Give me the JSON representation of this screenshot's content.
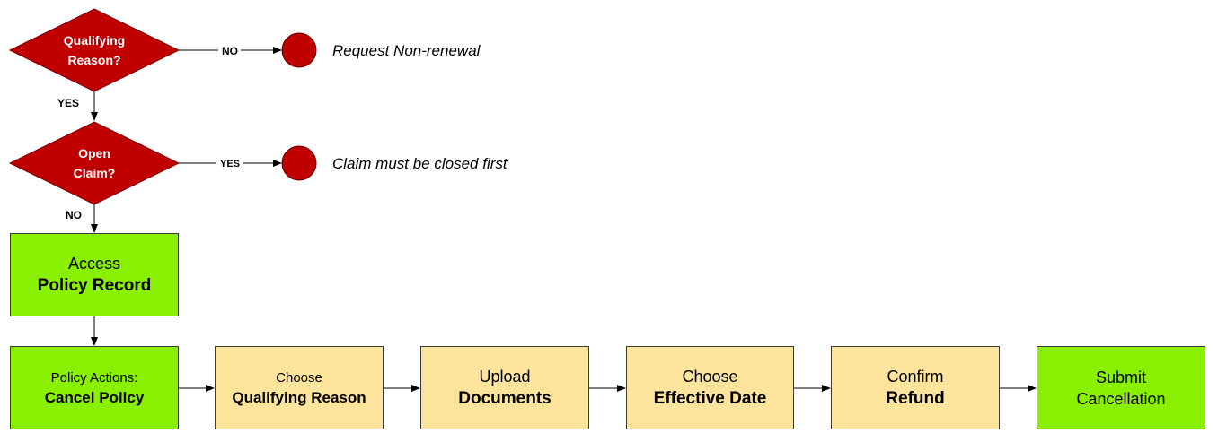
{
  "decisions": [
    {
      "line1": "Qualifying",
      "line2": "Reason?",
      "side_label": "NO",
      "down_label": "YES",
      "outcome": "Request Non-renewal"
    },
    {
      "line1": "Open",
      "line2": "Claim?",
      "side_label": "YES",
      "down_label": "NO",
      "outcome": "Claim must be closed first"
    }
  ],
  "access_step": {
    "line1": "Access",
    "line2": "Policy Record"
  },
  "process_steps": [
    {
      "line1": "Policy Actions:",
      "line2": "Cancel Policy"
    },
    {
      "line1": "Choose",
      "line2": "Qualifying Reason"
    },
    {
      "line1": "Upload",
      "line2": "Documents"
    },
    {
      "line1": "Choose",
      "line2": "Effective Date"
    },
    {
      "line1": "Confirm",
      "line2": "Refund"
    },
    {
      "line1": "Submit",
      "line2": "Cancellation"
    }
  ],
  "colors": {
    "decision_fill": "#c00000",
    "terminal_fill": "#c00000",
    "step_green": "#88f000",
    "step_tan": "#fde49d"
  }
}
